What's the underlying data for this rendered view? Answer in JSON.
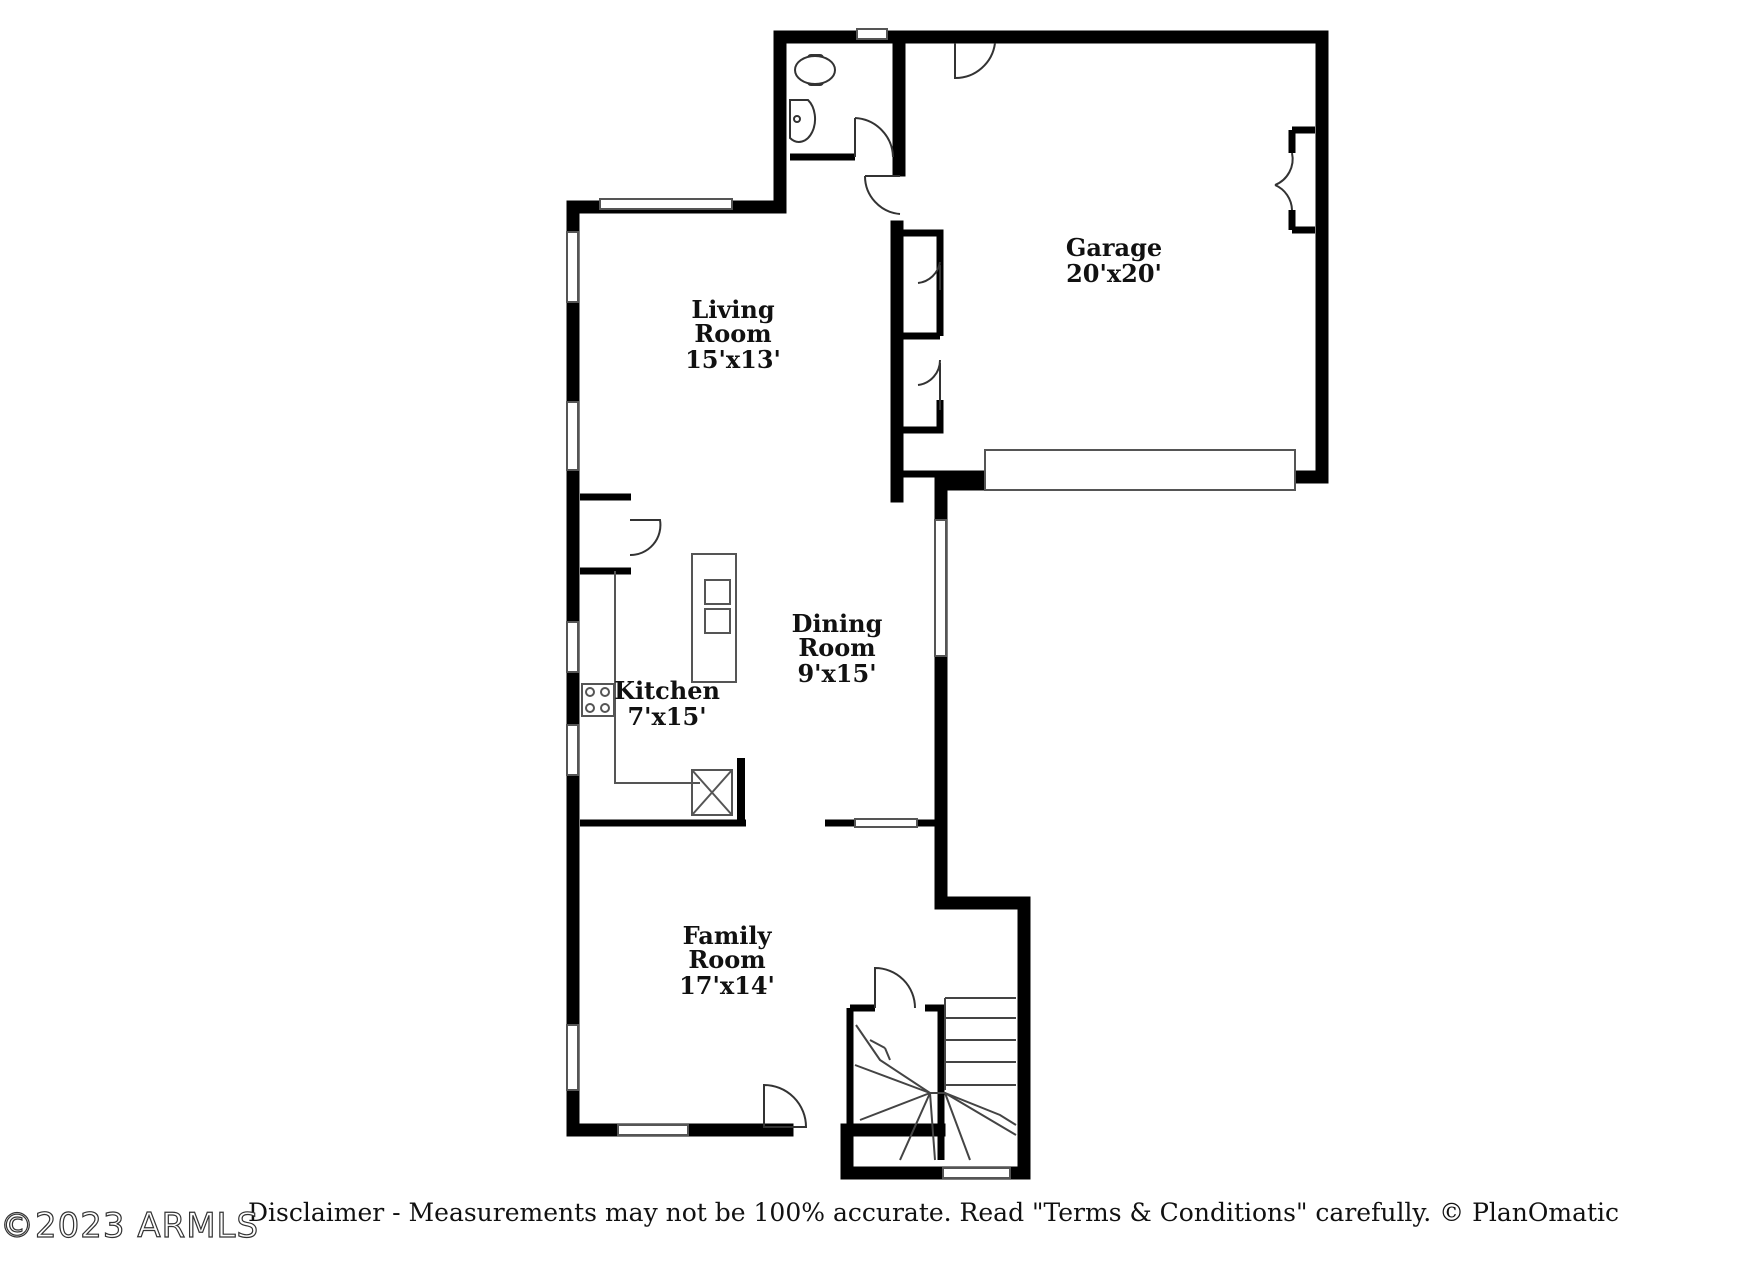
{
  "rooms": [
    {
      "name": [
        "Living",
        "Room"
      ],
      "size": "15'x13'"
    },
    {
      "name": [
        "Garage"
      ],
      "size": "20'x20'"
    },
    {
      "name": [
        "Dining",
        "Room"
      ],
      "size": "9'x15'"
    },
    {
      "name": [
        "Kitchen"
      ],
      "size": "7'x15'"
    },
    {
      "name": [
        "Family",
        "Room"
      ],
      "size": "17'x14'"
    }
  ],
  "disclaimer": "Disclaimer - Measurements may not be 100% accurate. Read \"Terms & Conditions\" carefully. © PlanOmatic",
  "watermark": "©2023 ARMLS"
}
